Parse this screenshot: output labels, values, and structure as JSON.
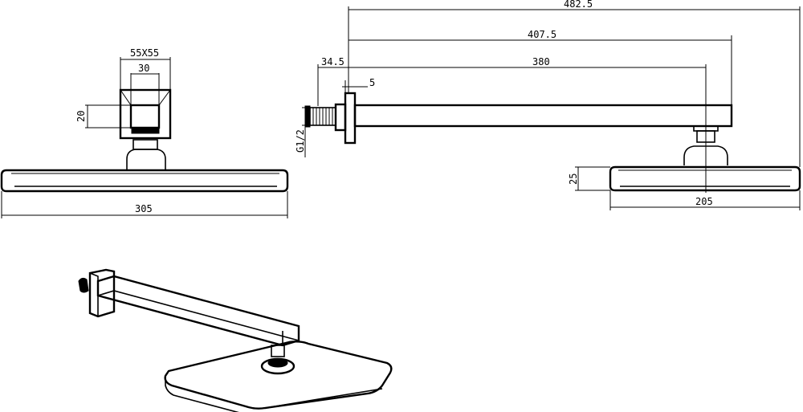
{
  "dimensions": {
    "front_flange_size": "55X55",
    "front_arm_width": "30",
    "front_arm_height": "20",
    "front_head_width": "305",
    "side_total_length": "482.5",
    "side_arm_length": "407.5",
    "side_inner_length": "380",
    "side_flange_offset": "34.5",
    "side_flange_thickness": "5",
    "side_thread": "G1/2",
    "side_head_thickness": "25",
    "side_head_depth": "205"
  }
}
